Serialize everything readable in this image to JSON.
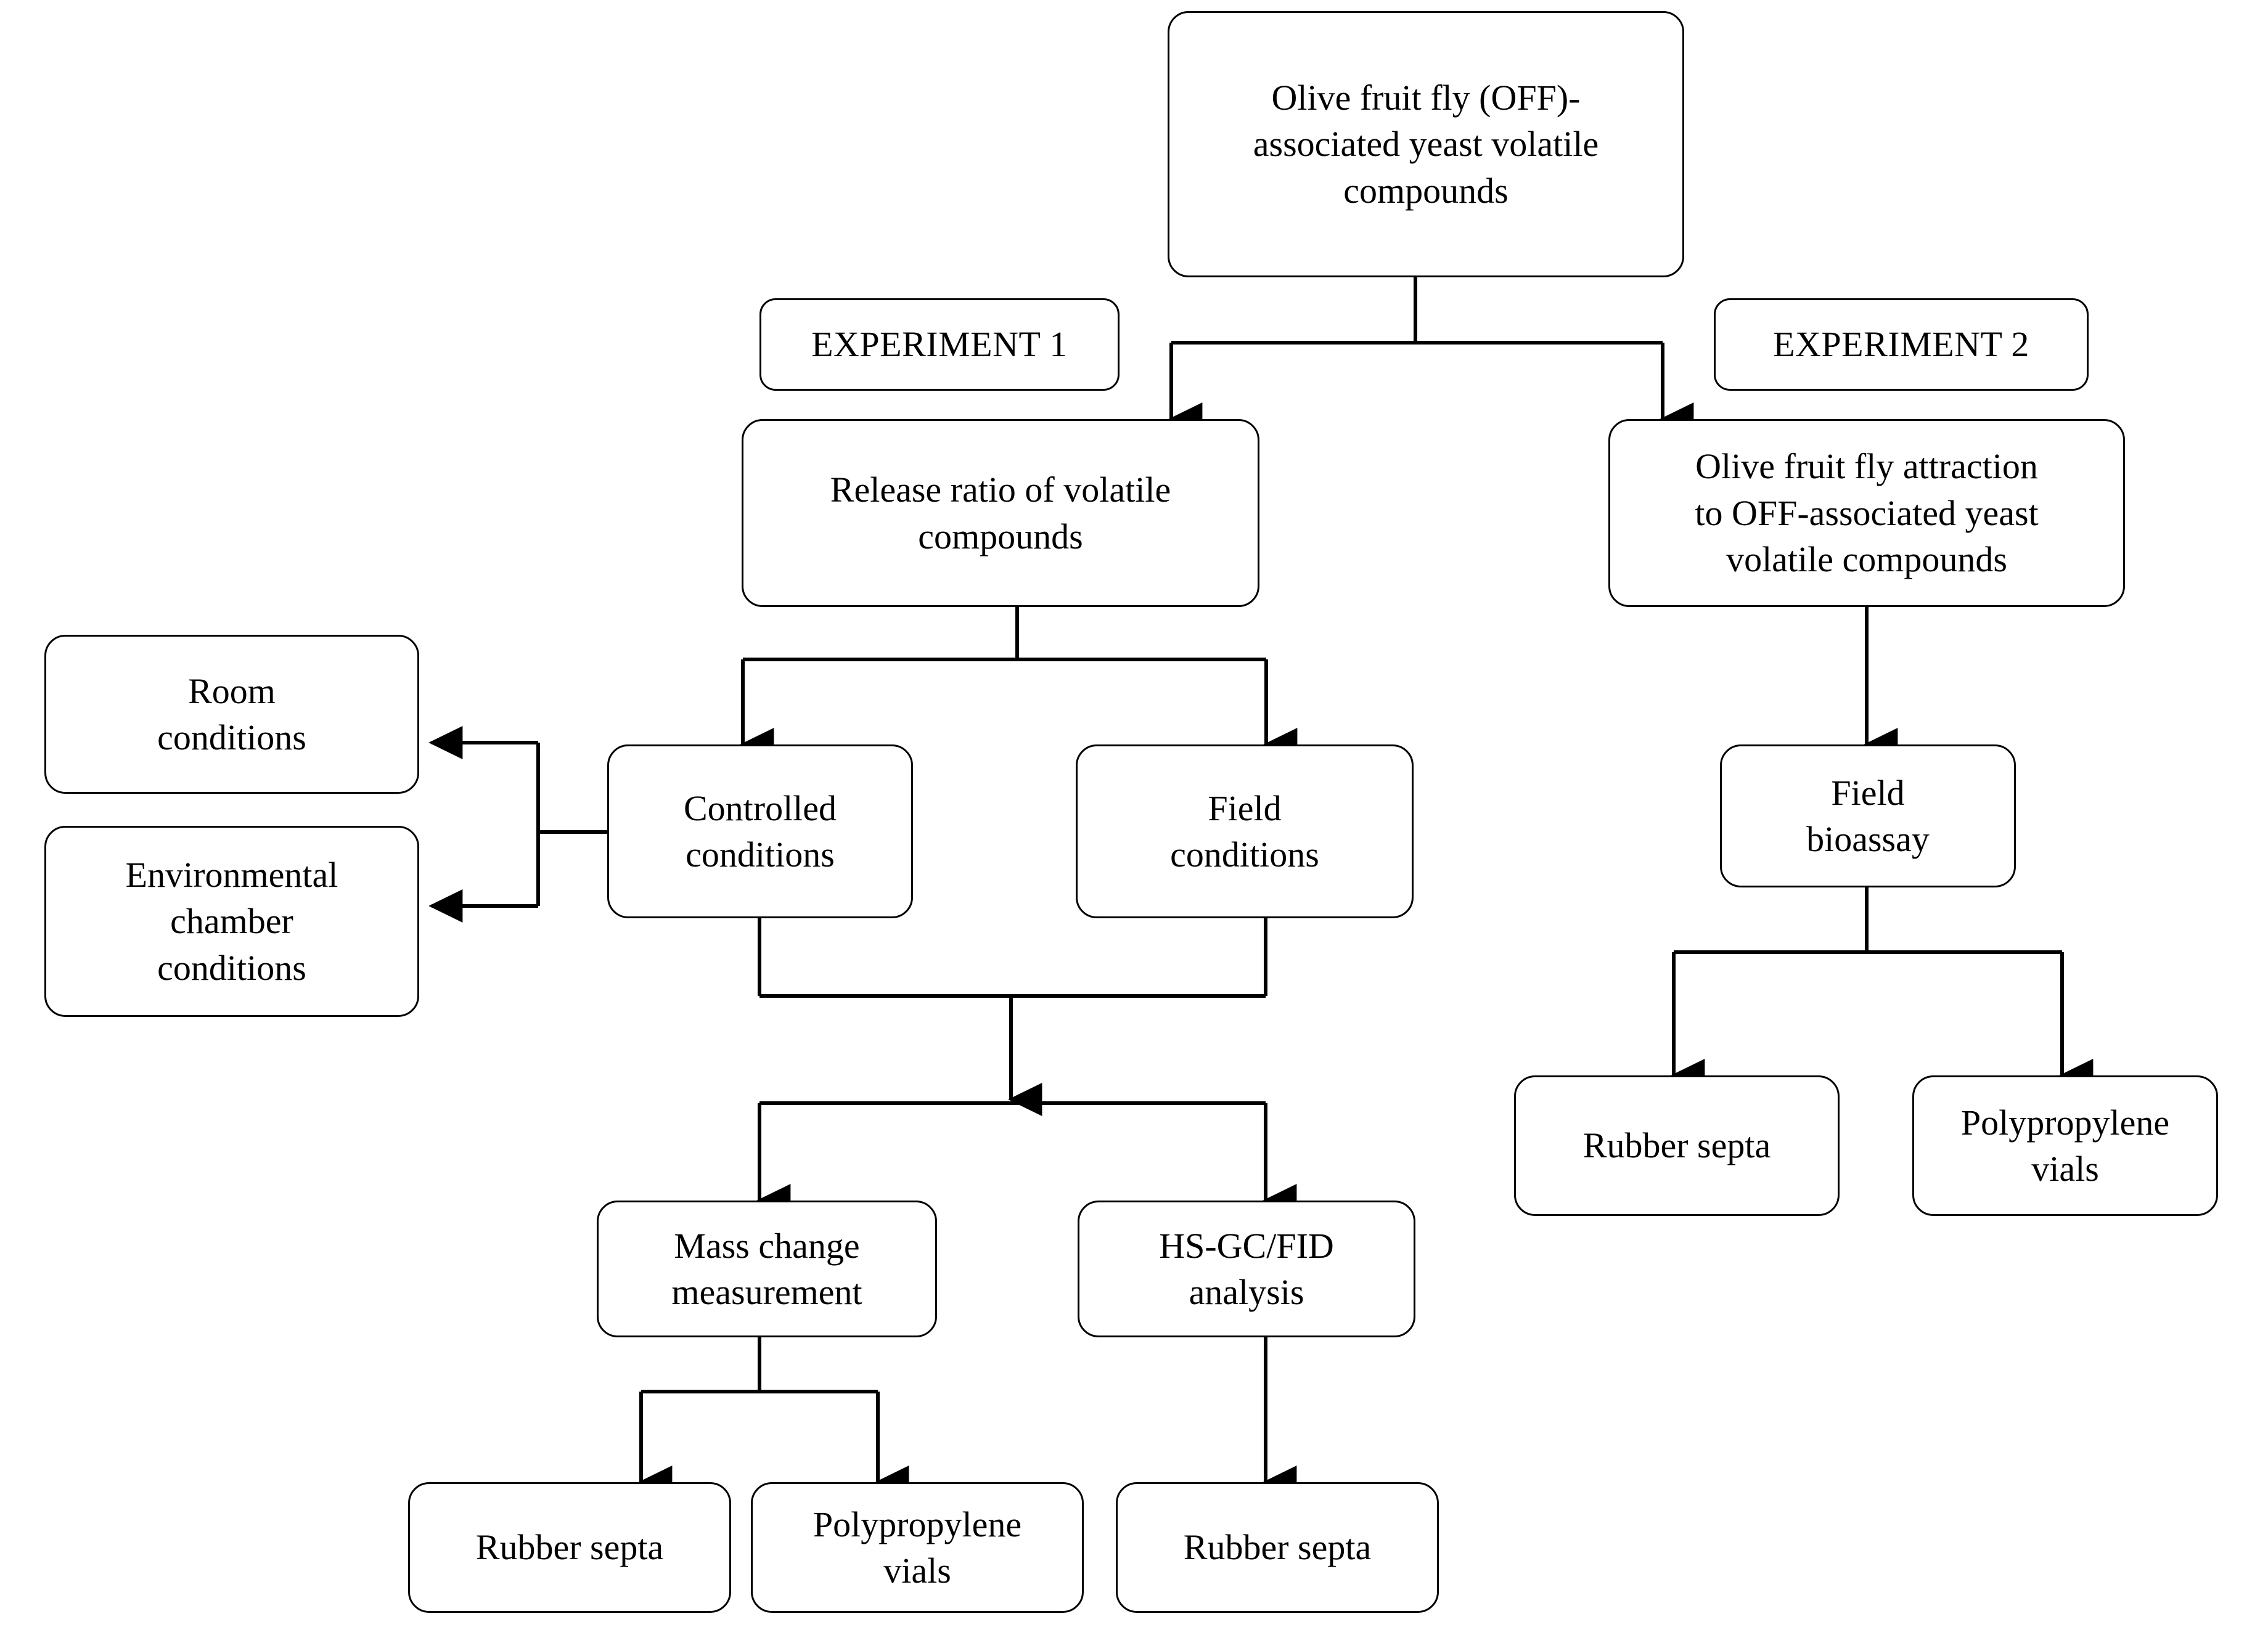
{
  "diagram": {
    "title_implicit": "Experimental design flowchart",
    "nodes": {
      "root": {
        "label": "Olive fruit fly (OFF)-\nassociated yeast volatile\ncompounds"
      },
      "experiment1_tag": {
        "label": "EXPERIMENT 1"
      },
      "experiment2_tag": {
        "label": "EXPERIMENT 2"
      },
      "release_ratio": {
        "label": "Release ratio of volatile\ncompounds"
      },
      "off_attraction": {
        "label": "Olive fruit fly attraction\nto OFF-associated yeast\nvolatile compounds"
      },
      "room_conditions": {
        "label": "Room\nconditions"
      },
      "env_chamber_conditions": {
        "label": "Environmental\nchamber\nconditions"
      },
      "controlled_conditions": {
        "label": "Controlled\nconditions"
      },
      "field_conditions": {
        "label": "Field\nconditions"
      },
      "field_bioassay": {
        "label": "Field\nbioassay"
      },
      "bioassay_rubber_septa": {
        "label": "Rubber septa"
      },
      "bioassay_poly_vials": {
        "label": "Polypropylene\nvials"
      },
      "mass_change": {
        "label": "Mass change\nmeasurement"
      },
      "hs_gc_fid": {
        "label": "HS-GC/FID\nanalysis"
      },
      "mass_rubber_septa": {
        "label": "Rubber septa"
      },
      "mass_poly_vials": {
        "label": "Polypropylene\nvials"
      },
      "gc_rubber_septa": {
        "label": "Rubber septa"
      }
    },
    "style": {
      "stroke_color": "#000000",
      "fill_color": "#ffffff",
      "text_color": "#000000"
    }
  }
}
